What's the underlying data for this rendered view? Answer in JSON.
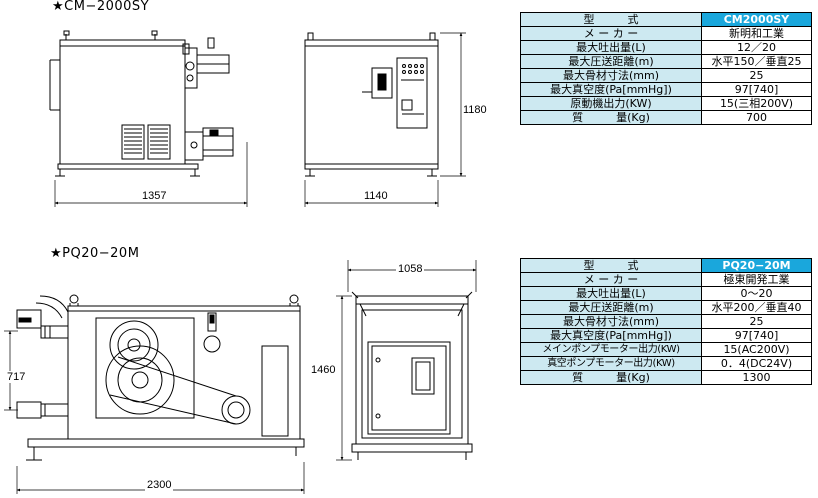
{
  "cm": {
    "title": "★CM−2000SY",
    "dims": {
      "width_side": "1357",
      "width_front": "1140",
      "height": "1180"
    },
    "spec": {
      "rows": [
        {
          "label": "型　　　式",
          "value": "CM2000SY"
        },
        {
          "label": "メ ー カ ー",
          "value": "新明和工業"
        },
        {
          "label": "最大吐出量(L)",
          "value": "12／20"
        },
        {
          "label": "最大圧送距離(m)",
          "value": "水平150／垂直25"
        },
        {
          "label": "最大骨材寸法(mm)",
          "value": "25"
        },
        {
          "label": "最大真空度(Pa[mmHg])",
          "value": "97[740]"
        },
        {
          "label": "原動機出力(KW)",
          "value": "15(三相200V)"
        },
        {
          "label": "質　　　量(Kg)",
          "value": "700"
        }
      ]
    }
  },
  "pq": {
    "title": "★PQ20−20M",
    "dims": {
      "width_side": "2300",
      "width_front": "1058",
      "height": "1460",
      "sub_height": "717"
    },
    "spec": {
      "rows": [
        {
          "label": "型　　　式",
          "value": "PQ20−20M"
        },
        {
          "label": "メ ー カ ー",
          "value": "極東開発工業"
        },
        {
          "label": "最大吐出量(L)",
          "value": "0〜20"
        },
        {
          "label": "最大圧送距離(m)",
          "value": "水平200／垂直40"
        },
        {
          "label": "最大骨材寸法(mm)",
          "value": "25"
        },
        {
          "label": "最大真空度(Pa[mmHg])",
          "value": "97[740]"
        },
        {
          "label": "メインポンプモーター出力(KW)",
          "value": "15(AC200V)"
        },
        {
          "label": "真空ポンプモーター出力(KW)",
          "value": "0．4(DC24V)"
        },
        {
          "label": "質　　　量(Kg)",
          "value": "1300"
        }
      ]
    }
  },
  "colors": {
    "header_value_bg": "#1aa7dc",
    "label_bg": "#cde9f1",
    "line": "#000000"
  }
}
